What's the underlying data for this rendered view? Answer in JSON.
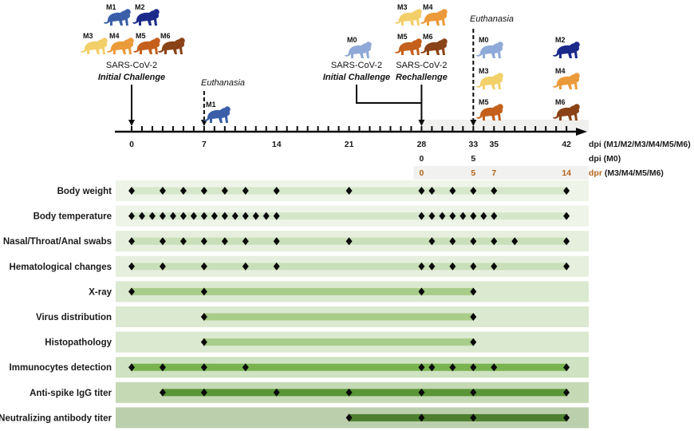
{
  "chart_data": {
    "type": "timeline",
    "title": "",
    "axis": {
      "unit_label": "dpi (M1/M2/M3/M4/M5/M6)",
      "range": [
        0,
        42
      ],
      "major_ticks": [
        0,
        7,
        14,
        21,
        28,
        33,
        35,
        42
      ],
      "secondary_axes": [
        {
          "label": "dpi (M0)",
          "ticks": [
            {
              "day": 28,
              "label": "0"
            },
            {
              "day": 33,
              "label": "5"
            }
          ],
          "color": "#1a1a1a"
        },
        {
          "label_prefix": "dpr",
          "label_suffix": " (M3/M4/M5/M6)",
          "ticks": [
            {
              "day": 28,
              "label": "0"
            },
            {
              "day": 33,
              "label": "5"
            },
            {
              "day": 35,
              "label": "7"
            },
            {
              "day": 42,
              "label": "14"
            }
          ],
          "color": "#b5651d"
        }
      ]
    },
    "events": [
      {
        "day": 0,
        "line1": "SARS-CoV-2",
        "line2": "Initial Challenge",
        "arrow": "solid",
        "animals": [
          "M1",
          "M2",
          "M3",
          "M4",
          "M5",
          "M6"
        ]
      },
      {
        "day": 7,
        "label": "Euthanasia",
        "arrow": "dashed",
        "animals": [
          "M1"
        ]
      },
      {
        "day": 28,
        "line1": "SARS-CoV-2",
        "line2": "Initial Challenge",
        "arrow": "solid",
        "animals": [
          "M0"
        ],
        "note": "M0 initial challenge"
      },
      {
        "day": 28,
        "line1": "SARS-CoV-2",
        "line2": "Rechallenge",
        "arrow": "solid",
        "animals": [
          "M3",
          "M4",
          "M5",
          "M6"
        ]
      },
      {
        "day": 33,
        "label": "Euthanasia",
        "arrow": "dashed",
        "animals": [
          "M0",
          "M3",
          "M5"
        ]
      },
      {
        "day": 42,
        "label": "",
        "arrow": "none",
        "animals": [
          "M2",
          "M4",
          "M6"
        ]
      }
    ],
    "animals": {
      "M0": "#8fa9d8",
      "M1": "#3a5fa8",
      "M2": "#1b2a8a",
      "M3": "#f3cf6a",
      "M4": "#eb9a3a",
      "M5": "#c4601c",
      "M6": "#8a4317"
    },
    "rows": [
      {
        "name": "Body weight",
        "bar": [
          0,
          42
        ],
        "days": [
          0,
          3,
          5,
          7,
          9,
          11,
          14,
          21,
          28,
          29,
          31,
          33,
          35,
          42
        ],
        "shade": 0
      },
      {
        "name": "Body temperature",
        "bar": [
          0,
          42
        ],
        "days": [
          0,
          1,
          2,
          3,
          4,
          5,
          6,
          7,
          8,
          9,
          10,
          11,
          12,
          13,
          14,
          28,
          29,
          30,
          31,
          32,
          33,
          34,
          35,
          42
        ],
        "shade": 0
      },
      {
        "name": "Nasal/Throat/Anal swabs",
        "bar": [
          0,
          42
        ],
        "days": [
          0,
          3,
          5,
          7,
          9,
          11,
          14,
          21,
          29,
          31,
          33,
          35,
          37,
          42
        ],
        "shade": 1
      },
      {
        "name": "Hematological changes",
        "bar": [
          0,
          42
        ],
        "days": [
          0,
          3,
          7,
          11,
          14,
          28,
          29,
          31,
          33,
          35,
          42
        ],
        "shade": 1
      },
      {
        "name": "X-ray",
        "bar": [
          0,
          33
        ],
        "days": [
          0,
          7,
          28,
          33
        ],
        "shade": 2
      },
      {
        "name": "Virus distribution",
        "bar": [
          7,
          33
        ],
        "days": [
          7,
          33
        ],
        "shade": 2
      },
      {
        "name": "Histopathology",
        "bar": [
          7,
          33
        ],
        "days": [
          7,
          33
        ],
        "shade": 2
      },
      {
        "name": "Immunocytes detection",
        "bar": [
          0,
          42
        ],
        "days": [
          0,
          3,
          7,
          11,
          28,
          29,
          31,
          33,
          35,
          42
        ],
        "shade": 3
      },
      {
        "name": "Anti-spike IgG titer",
        "bar": [
          3,
          42
        ],
        "days": [
          3,
          7,
          14,
          21,
          28,
          33,
          42
        ],
        "shade": 4
      },
      {
        "name": "Neutralizing antibody titer",
        "bar": [
          21,
          42
        ],
        "days": [
          21,
          28,
          33,
          42
        ],
        "shade": 5
      }
    ],
    "shades": [
      {
        "bg": "#eef4e8",
        "bar": "#d6e6cb"
      },
      {
        "bg": "#e6efde",
        "bar": "#c9dfb9"
      },
      {
        "bg": "#dbe9d0",
        "bar": "#a8cd8b"
      },
      {
        "bg": "#cfe2c1",
        "bar": "#79b350"
      },
      {
        "bg": "#c5d9b5",
        "bar": "#5a9537"
      },
      {
        "bg": "#bccfac",
        "bar": "#4d7f2f"
      }
    ]
  }
}
